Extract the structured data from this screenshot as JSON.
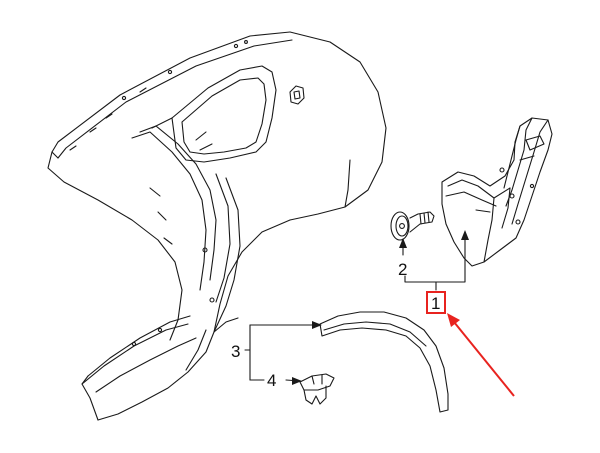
{
  "callouts": {
    "c1": "1",
    "c2": "2",
    "c3": "3",
    "c4": "4"
  },
  "colors": {
    "line": "#1a1a1a",
    "highlight": "#e8231f"
  },
  "highlighted_callout": "1"
}
